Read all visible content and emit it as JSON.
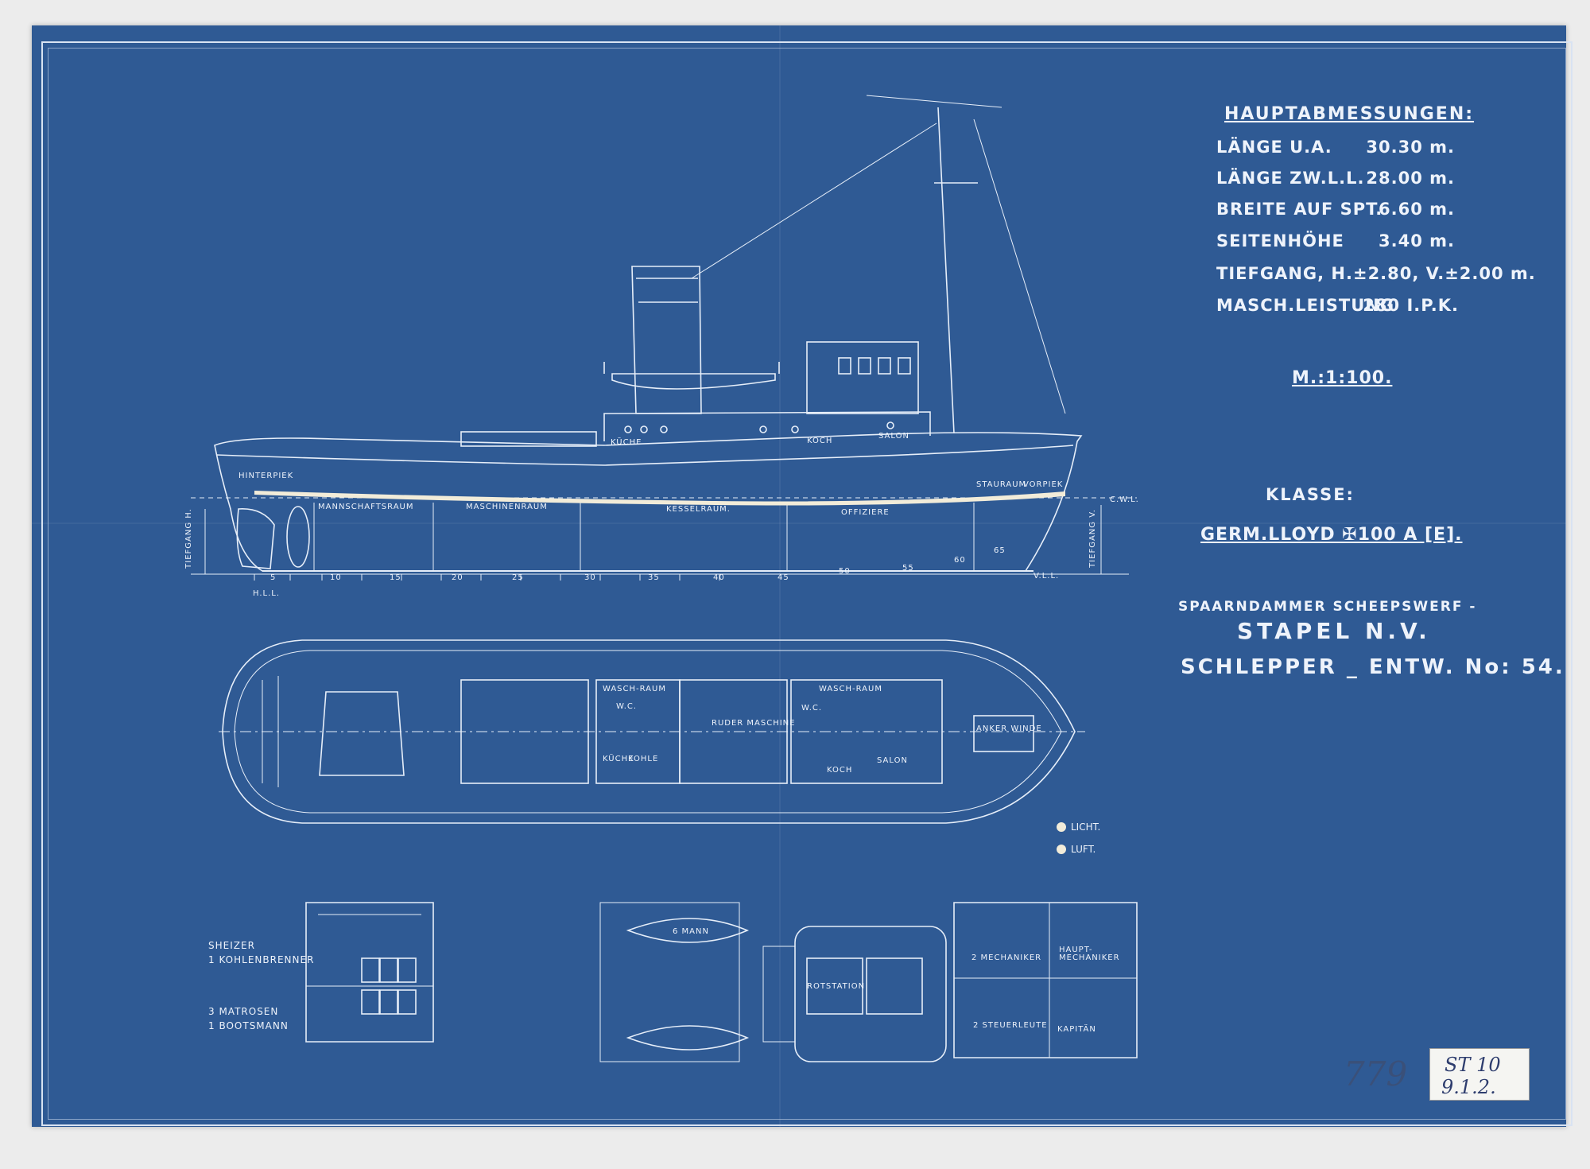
{
  "dimensions": {
    "title": "HAUPTABMESSUNGEN:",
    "rows": [
      {
        "label": "LÄNGE U.A.",
        "value": "30.30 m."
      },
      {
        "label": "LÄNGE ZW.L.L.",
        "value": "28.00 m."
      },
      {
        "label": "BREITE AUF SPT.",
        "value": "6.60 m."
      },
      {
        "label": "SEITENHÖHE",
        "value": "3.40 m."
      },
      {
        "label": "TIEFGANG, H.±2.80, V.±2.00 m.",
        "value": ""
      },
      {
        "label": "MASCH.LEISTUNG",
        "value": "280 I.P.K."
      }
    ]
  },
  "scale": "M.:1:100.",
  "klasse": {
    "label": "KLASSE:",
    "value": "GERM.LLOYD ✠100 A [E]."
  },
  "yard": {
    "line1": "SPAARNDAMMER SCHEEPSWERF -",
    "line2": "STAPEL N.V.",
    "line3": "SCHLEPPER _ ENTW. No: 54."
  },
  "legend": {
    "licht": "LICHT.",
    "luft": "LUFT."
  },
  "profile_labels": {
    "hinterpiek": "HINTERPIEK",
    "kueche": "KÜCHE",
    "koch": "KOCH",
    "salon": "SALON",
    "stauraum": "STAURAUM",
    "vorpiek": "VORPIEK",
    "mannschaftsraum": "MANNSCHAFTSRAUM",
    "maschinenraum": "MASCHINENRAUM",
    "kesselraum": "KESSELRAUM.",
    "offiziere": "OFFIZIERE",
    "cwl": "C.W.L.",
    "hll": "H.L.L.",
    "vll": "V.L.L.",
    "tiefgang": "TIEFGANG H.",
    "tiefgang_v": "TIEFGANG V."
  },
  "frame_numbers": [
    "5",
    "10",
    "15",
    "20",
    "25",
    "30",
    "35",
    "40",
    "45",
    "50",
    "55",
    "60",
    "65"
  ],
  "plan_labels": {
    "waschraum": "WASCH-RAUM",
    "wc": "W.C.",
    "kueche": "KÜCHE",
    "kohle": "KOHLE",
    "rudermaschine": "RUDER MASCHINE",
    "waschraum2": "WASCH-RAUM",
    "wc2": "W.C.",
    "koch": "KOCH",
    "salon": "SALON",
    "ankerwinde": "ANKER WINDE"
  },
  "lower_labels": {
    "crew1_a": "SHEIZER",
    "crew1_b": "1 KOHLENBRENNER",
    "crew2_a": "3 MATROSEN",
    "crew2_b": "1 BOOTSMANN",
    "boat": "6 MANN",
    "rotstation": "ROTSTATION",
    "mechaniker2": "2 MECHANIKER",
    "hauptmechaniker": "HAUPT- MECHANIKER",
    "steuerleute": "2 STEUERLEUTE",
    "kapitan": "KAPITÄN"
  },
  "archive": {
    "line1": "ST 10",
    "line2": "9.1.2."
  },
  "pencil_number": "779"
}
